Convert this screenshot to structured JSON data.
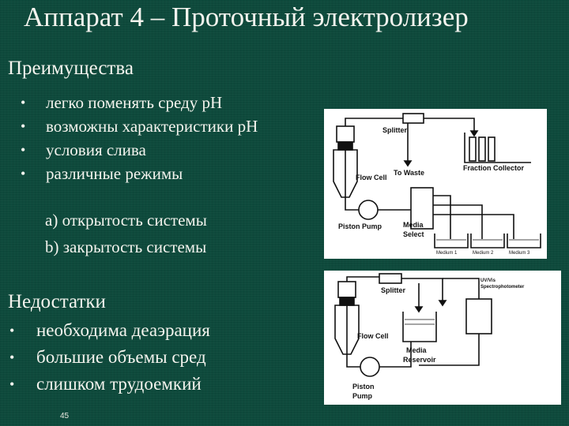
{
  "title": "Аппарат 4 – Проточный электролизер",
  "advantages": {
    "heading": "Преимущества",
    "items": [
      "легко поменять среду pH",
      "возможны характеристики pH",
      "условия слива",
      "различные режимы"
    ],
    "subitems": [
      "a) открытость системы",
      "b) закрытость системы"
    ]
  },
  "disadvantages": {
    "heading": "Недостатки",
    "items": [
      "необходима деаэрация",
      "большие объемы сред",
      "слишком трудоемкий"
    ]
  },
  "bullet": "•",
  "page_number": "45",
  "diagram_open": {
    "splitter": "Splitter",
    "flow_cell": "Flow Cell",
    "to_waste": "To Waste",
    "fraction_collector": "Fraction Collector",
    "piston_pump": "Piston Pump",
    "media_select_1": "Media",
    "media_select_2": "Select",
    "medium_1": "Medium 1",
    "medium_2": "Medium 2",
    "medium_3": "Medium 3"
  },
  "diagram_closed": {
    "splitter": "Splitter",
    "uv_vis_1": "UV/Vis",
    "uv_vis_2": "Spectrophotometer",
    "flow_cell": "Flow Cell",
    "media_reservoir_1": "Media",
    "media_reservoir_2": "Reservoir",
    "piston_1": "Piston",
    "piston_2": "Pump"
  }
}
